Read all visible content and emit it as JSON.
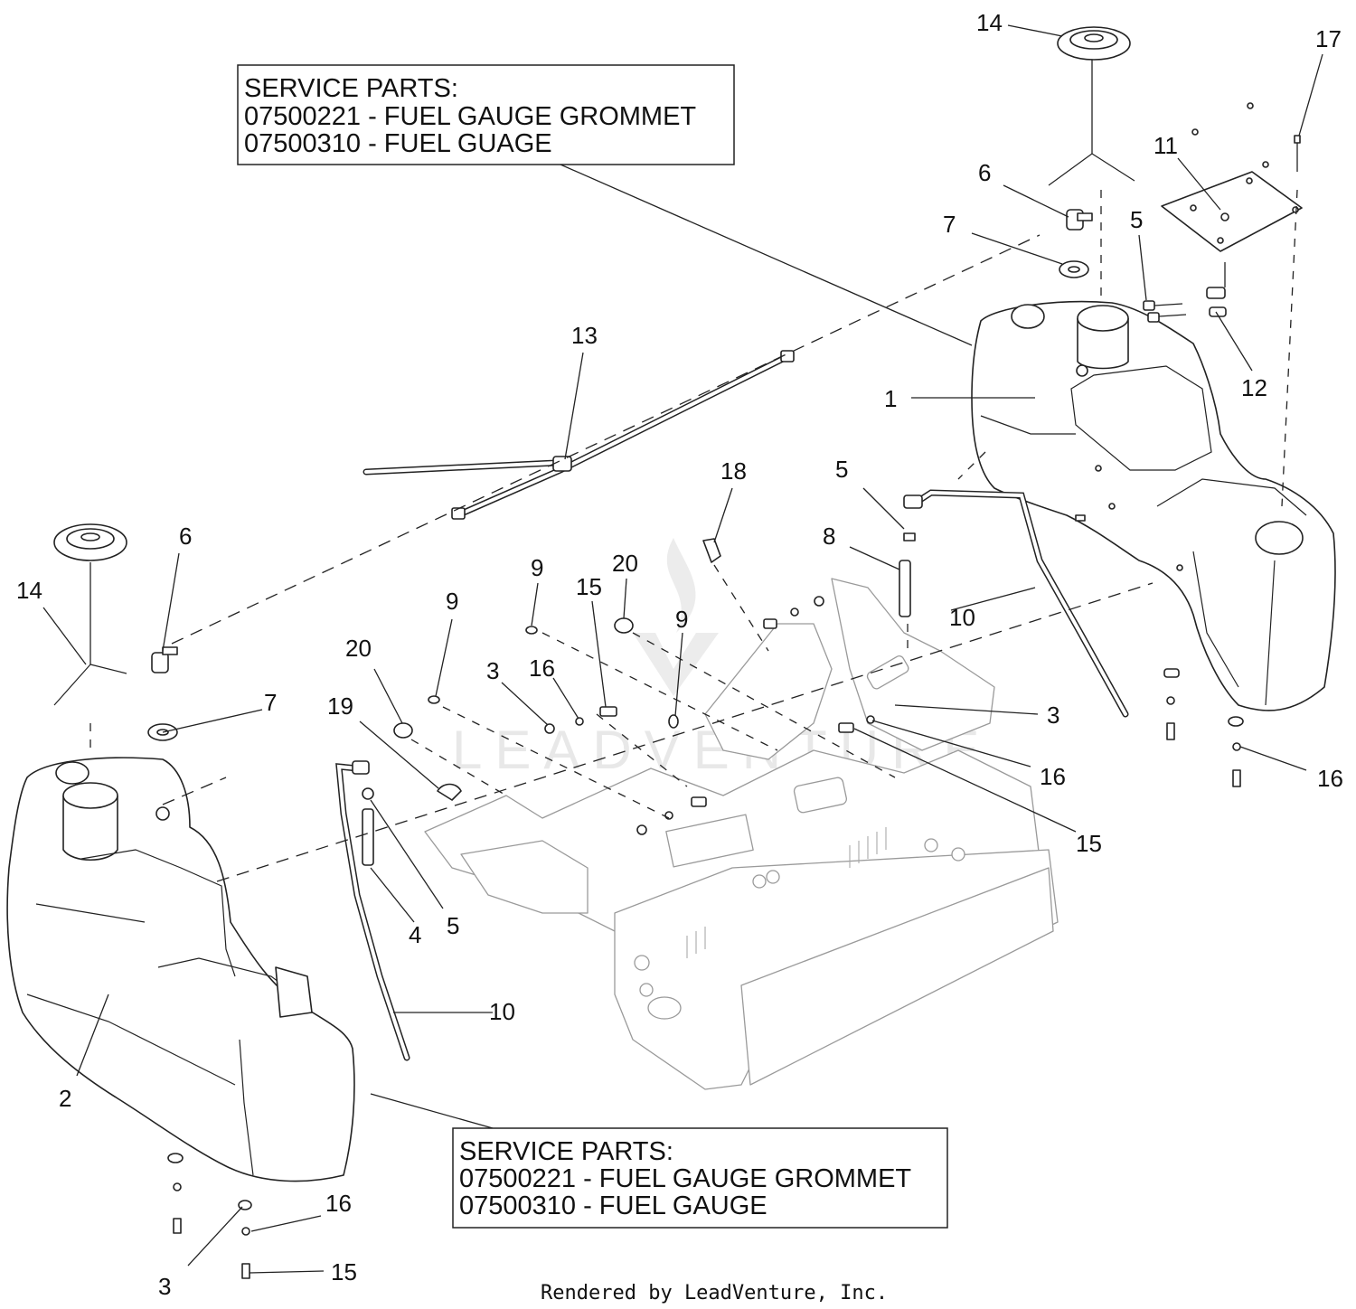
{
  "service_box_top": {
    "lines": [
      "SERVICE PARTS:",
      "07500221 - FUEL GAUGE GROMMET",
      "07500310 - FUEL GUAGE"
    ]
  },
  "service_box_bottom": {
    "lines": [
      "SERVICE PARTS:",
      "07500221 - FUEL GAUGE GROMMET",
      "07500310 - FUEL GAUGE"
    ]
  },
  "watermark": {
    "text": "LEADVENTURE"
  },
  "footer": {
    "text": "Rendered by LeadVenture, Inc."
  },
  "callouts": [
    {
      "label": "14"
    },
    {
      "label": "17"
    },
    {
      "label": "11"
    },
    {
      "label": "6"
    },
    {
      "label": "7"
    },
    {
      "label": "5"
    },
    {
      "label": "12"
    },
    {
      "label": "13"
    },
    {
      "label": "1"
    },
    {
      "label": "18"
    },
    {
      "label": "5"
    },
    {
      "label": "8"
    },
    {
      "label": "6"
    },
    {
      "label": "14"
    },
    {
      "label": "20"
    },
    {
      "label": "9"
    },
    {
      "label": "15"
    },
    {
      "label": "10"
    },
    {
      "label": "9"
    },
    {
      "label": "9"
    },
    {
      "label": "7"
    },
    {
      "label": "20"
    },
    {
      "label": "3"
    },
    {
      "label": "16"
    },
    {
      "label": "19"
    },
    {
      "label": "3"
    },
    {
      "label": "16"
    },
    {
      "label": "16"
    },
    {
      "label": "15"
    },
    {
      "label": "4"
    },
    {
      "label": "5"
    },
    {
      "label": "10"
    },
    {
      "label": "2"
    },
    {
      "label": "16"
    },
    {
      "label": "3"
    },
    {
      "label": "15"
    }
  ]
}
